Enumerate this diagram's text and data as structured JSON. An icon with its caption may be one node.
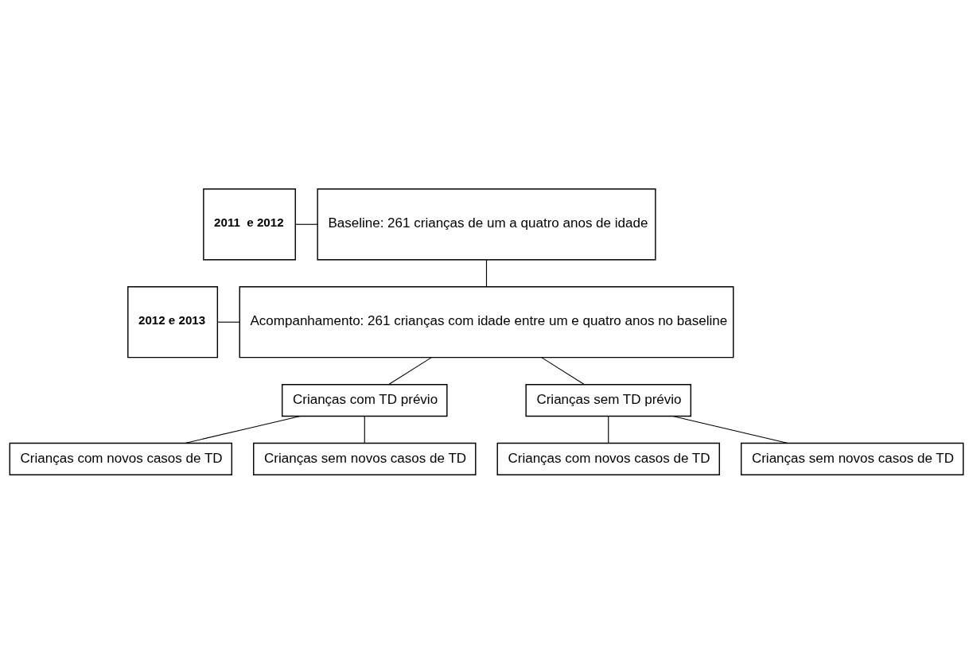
{
  "diagram": {
    "nodes": [
      {
        "text": [
          "2011  e 2012"
        ]
      },
      {
        "text": [
          "Baseline: 261 crianças de um a quatro anos de idade"
        ]
      },
      {
        "text": [
          "2012 e 2013"
        ]
      },
      {
        "text": [
          "Acompanhamento: 261 crianças com idade entre um e quatro anos no baseline"
        ]
      },
      {
        "text": [
          "Crianças com TD prévio"
        ]
      },
      {
        "text": [
          "Crianças sem TD prévio"
        ]
      },
      {
        "text": [
          "Crianças com novos casos de TD"
        ]
      },
      {
        "text": [
          "Crianças sem novos casos de TD"
        ]
      },
      {
        "text": [
          "Crianças com novos casos de TD"
        ]
      },
      {
        "text": [
          "Crianças sem novos casos de TD"
        ]
      }
    ],
    "edges": [
      {
        "from": 0,
        "to": 1,
        "arrow": "none"
      },
      {
        "from": 1,
        "to": 3,
        "arrow": "none"
      },
      {
        "from": 2,
        "to": 3,
        "arrow": "none"
      },
      {
        "from": 3,
        "to": 4,
        "arrow": "none"
      },
      {
        "from": 3,
        "to": 5,
        "arrow": "none"
      },
      {
        "from": 4,
        "to": 6,
        "arrow": "none"
      },
      {
        "from": 4,
        "to": 7,
        "arrow": "none"
      },
      {
        "from": 5,
        "to": 8,
        "arrow": "none"
      },
      {
        "from": 5,
        "to": 9,
        "arrow": "none"
      }
    ]
  }
}
